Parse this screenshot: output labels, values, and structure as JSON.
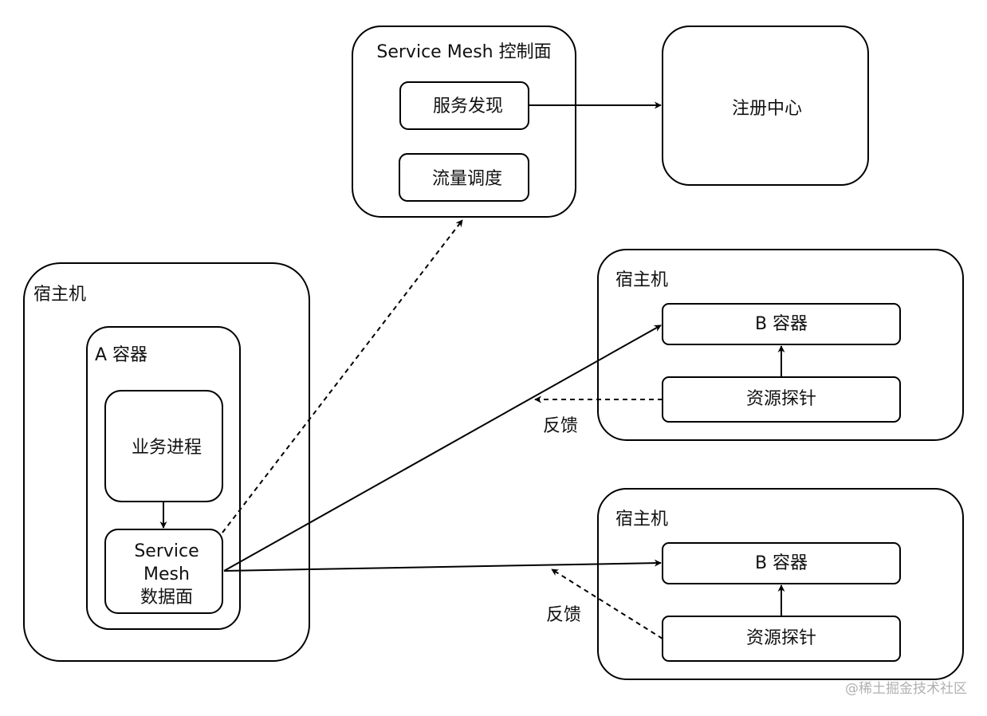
{
  "control_plane": {
    "title": "Service Mesh 控制面",
    "service_discovery": "服务发现",
    "traffic_scheduling": "流量调度"
  },
  "registry": "注册中心",
  "host_a": {
    "title": "宿主机",
    "container": {
      "title": "A 容器",
      "business_process": "业务进程",
      "data_plane": [
        "Service",
        "Mesh",
        "数据面"
      ]
    }
  },
  "host_b1": {
    "title": "宿主机",
    "container": "B 容器",
    "probe": "资源探针",
    "feedback": "反馈"
  },
  "host_b2": {
    "title": "宿主机",
    "container": "B 容器",
    "probe": "资源探针",
    "feedback": "反馈"
  },
  "watermark": "@稀土掘金技术社区"
}
